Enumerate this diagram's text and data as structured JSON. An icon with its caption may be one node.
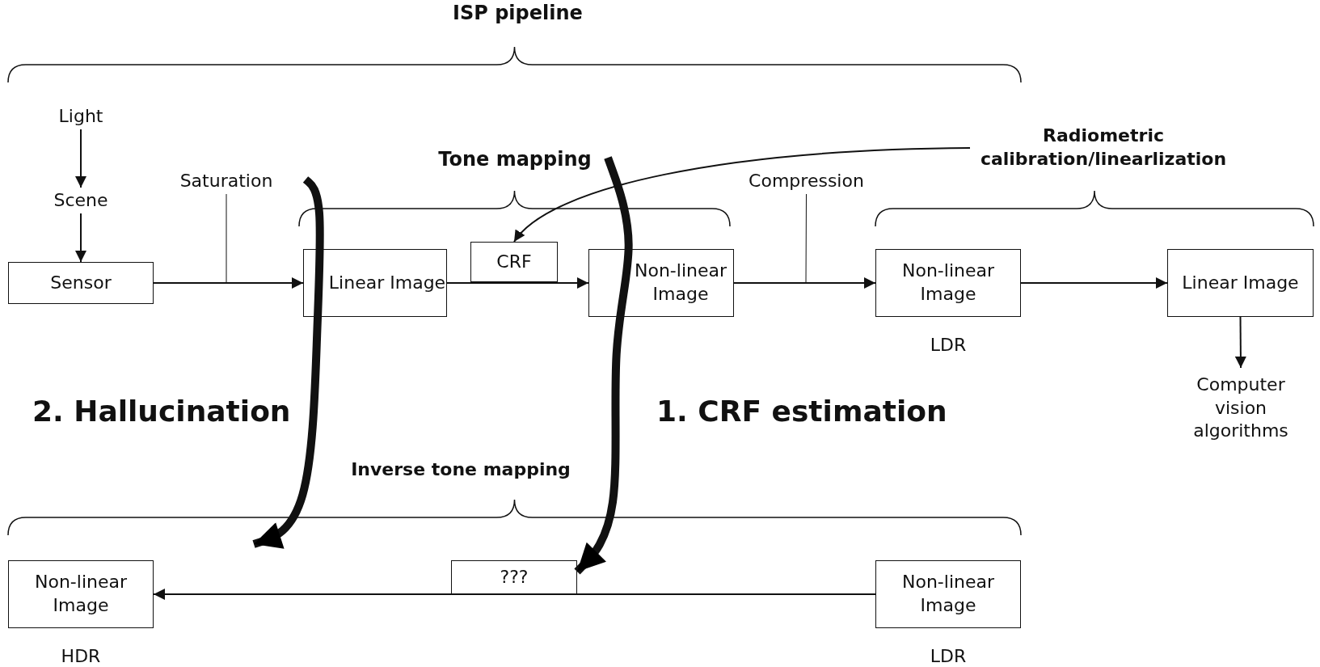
{
  "diagram": {
    "nodes": [
      {
        "text": [
          "Light"
        ]
      },
      {
        "text": [
          "Scene"
        ]
      },
      {
        "text": [
          "Sensor"
        ]
      },
      {
        "text": [
          "Saturation"
        ]
      },
      {
        "text": [
          "Linear Image"
        ]
      },
      {
        "text": [
          "CRF"
        ]
      },
      {
        "text": [
          "Non-linear Image"
        ]
      },
      {
        "text": [
          "Compression"
        ]
      },
      {
        "text": [
          "Radiometric calibration/linearlization"
        ]
      },
      {
        "text": [
          "Non-linear Image"
        ],
        "beside": [
          "LDR"
        ]
      },
      {
        "text": [
          "Linear Image"
        ]
      },
      {
        "text": [
          "Computer vision algorithms"
        ]
      },
      {
        "text": [
          "Non-linear Image"
        ],
        "beside": [
          "HDR"
        ]
      },
      {
        "text": [
          "???"
        ]
      },
      {
        "text": [
          "Non-linear Image"
        ],
        "beside": [
          "LDR"
        ]
      }
    ],
    "edges": [
      {
        "from": 0,
        "to": 1,
        "arrow": "to"
      },
      {
        "from": 1,
        "to": 2,
        "arrow": "to"
      },
      {
        "from": 2,
        "to": 4,
        "arrow": "to"
      },
      {
        "from": 4,
        "to": 6,
        "arrow": "to"
      },
      {
        "from": 6,
        "to": 9,
        "arrow": "to"
      },
      {
        "from": 9,
        "to": 10,
        "arrow": "to"
      },
      {
        "from": 10,
        "to": 11,
        "arrow": "to"
      },
      {
        "from": 14,
        "to": 12,
        "arrow": "to"
      },
      {
        "from": 3,
        "to": null,
        "arrow": "none"
      },
      {
        "from": 7,
        "to": null,
        "arrow": "none"
      },
      {
        "from": 8,
        "to": 5,
        "arrow": "to"
      },
      {
        "from": null,
        "to": 12,
        "arrow": "to",
        "style": "thick"
      },
      {
        "from": null,
        "to": 13,
        "arrow": "to",
        "style": "thick"
      }
    ],
    "labels": [
      "ISP pipeline",
      "Tone mapping",
      "2. Hallucination",
      "1. CRF estimation",
      "Inverse tone mapping"
    ]
  }
}
